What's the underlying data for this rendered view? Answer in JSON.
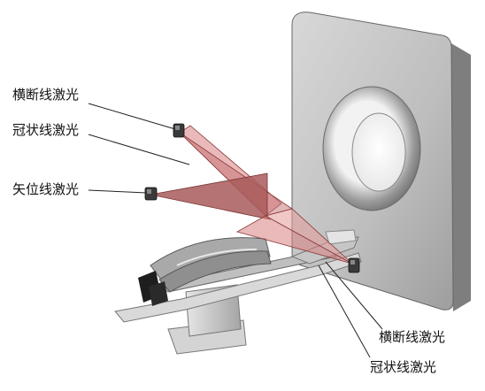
{
  "labels": {
    "transverse_top": "横断线激光",
    "coronal_top": "冠状线激光",
    "sagittal": "矢位线激光",
    "transverse_bottom": "横断线激光",
    "coronal_bottom": "冠状线激光"
  },
  "colors": {
    "gantry_front": "#bdbdbd",
    "gantry_side": "#8c8c8c",
    "laser_fill": "#d98080",
    "laser_dark": "#a85a5a",
    "laser_edge": "#8b3a3a",
    "table_metal": "#c8c8c8",
    "leader_line": "#222222"
  }
}
